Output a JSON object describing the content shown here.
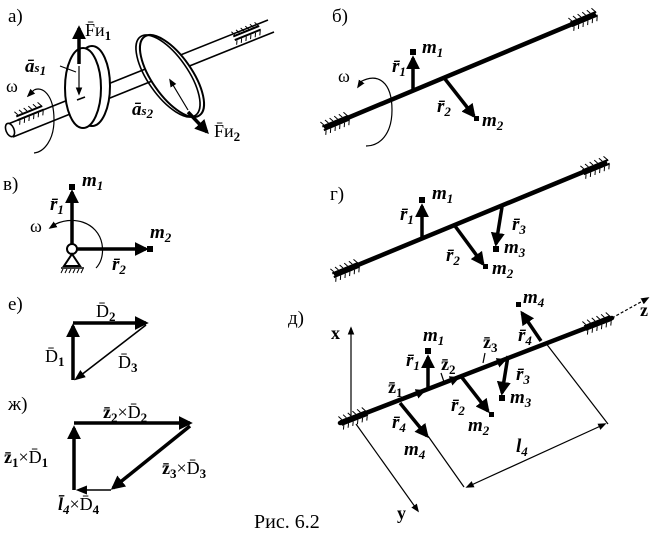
{
  "figure": {
    "caption": "Рис. 6.2",
    "ink_color": "#000000",
    "background": "#ffffff"
  },
  "panels": {
    "a": {
      "label": "а)",
      "omega": "ω",
      "F1": "F̄",
      "F1_sub": "и",
      "F1_idx": "1",
      "F2": "F̄",
      "F2_sub": "и",
      "F2_idx": "2",
      "as1": "ā",
      "as1_sub": "s",
      "as1_idx": "1",
      "as2": "ā",
      "as2_sub": "s",
      "as2_idx": "2"
    },
    "b": {
      "label": "б)",
      "omega": "ω",
      "m1": "m",
      "m1_idx": "1",
      "m2": "m",
      "m2_idx": "2",
      "r1": "r̄",
      "r1_idx": "1",
      "r2": "r̄",
      "r2_idx": "2"
    },
    "v": {
      "label": "в)",
      "omega": "ω",
      "m1": "m",
      "m1_idx": "1",
      "m2": "m",
      "m2_idx": "2",
      "r1": "r̄",
      "r1_idx": "1",
      "r2": "r̄",
      "r2_idx": "2"
    },
    "g": {
      "label": "г)",
      "m1": "m",
      "m1_idx": "1",
      "m2": "m",
      "m2_idx": "2",
      "m3": "m",
      "m3_idx": "3",
      "r1": "r̄",
      "r1_idx": "1",
      "r2": "r̄",
      "r2_idx": "2",
      "r3": "r̄",
      "r3_idx": "3"
    },
    "d": {
      "label": "д)",
      "axis_x": "x",
      "axis_y": "y",
      "axis_z": "z",
      "m1": "m",
      "m1_idx": "1",
      "m2": "m",
      "m2_idx": "2",
      "m3": "m",
      "m3_idx": "3",
      "m4a": "m",
      "m4a_idx": "4",
      "m4b": "m",
      "m4b_idx": "4",
      "r1": "r̄",
      "r1_idx": "1",
      "r2": "r̄",
      "r2_idx": "2",
      "r3": "r̄",
      "r3_idx": "3",
      "r4a": "r̄",
      "r4a_idx": "4",
      "r4b": "r̄",
      "r4b_idx": "4",
      "z1": "z̄",
      "z1_idx": "1",
      "z2": "z̄",
      "z2_idx": "2",
      "z3": "z̄",
      "z3_idx": "3",
      "l4": "l",
      "l4_idx": "4"
    },
    "e": {
      "label": "е)",
      "D1": "D̄",
      "D1_idx": "1",
      "D2": "D̄",
      "D2_idx": "2",
      "D3": "D̄",
      "D3_idx": "3"
    },
    "zh": {
      "label": "ж)",
      "t1a": "z̄",
      "t1a_idx": "1",
      "t1b": "×D̄",
      "t1b_idx": "1",
      "t2a": "z̄",
      "t2a_idx": "2",
      "t2b": "×D̄",
      "t2b_idx": "2",
      "t3a": "z̄",
      "t3a_idx": "3",
      "t3b": "×D̄",
      "t3b_idx": "3",
      "t4a": "l̄",
      "t4a_idx": "4",
      "t4b": "×D̄",
      "t4b_idx": "4"
    }
  }
}
